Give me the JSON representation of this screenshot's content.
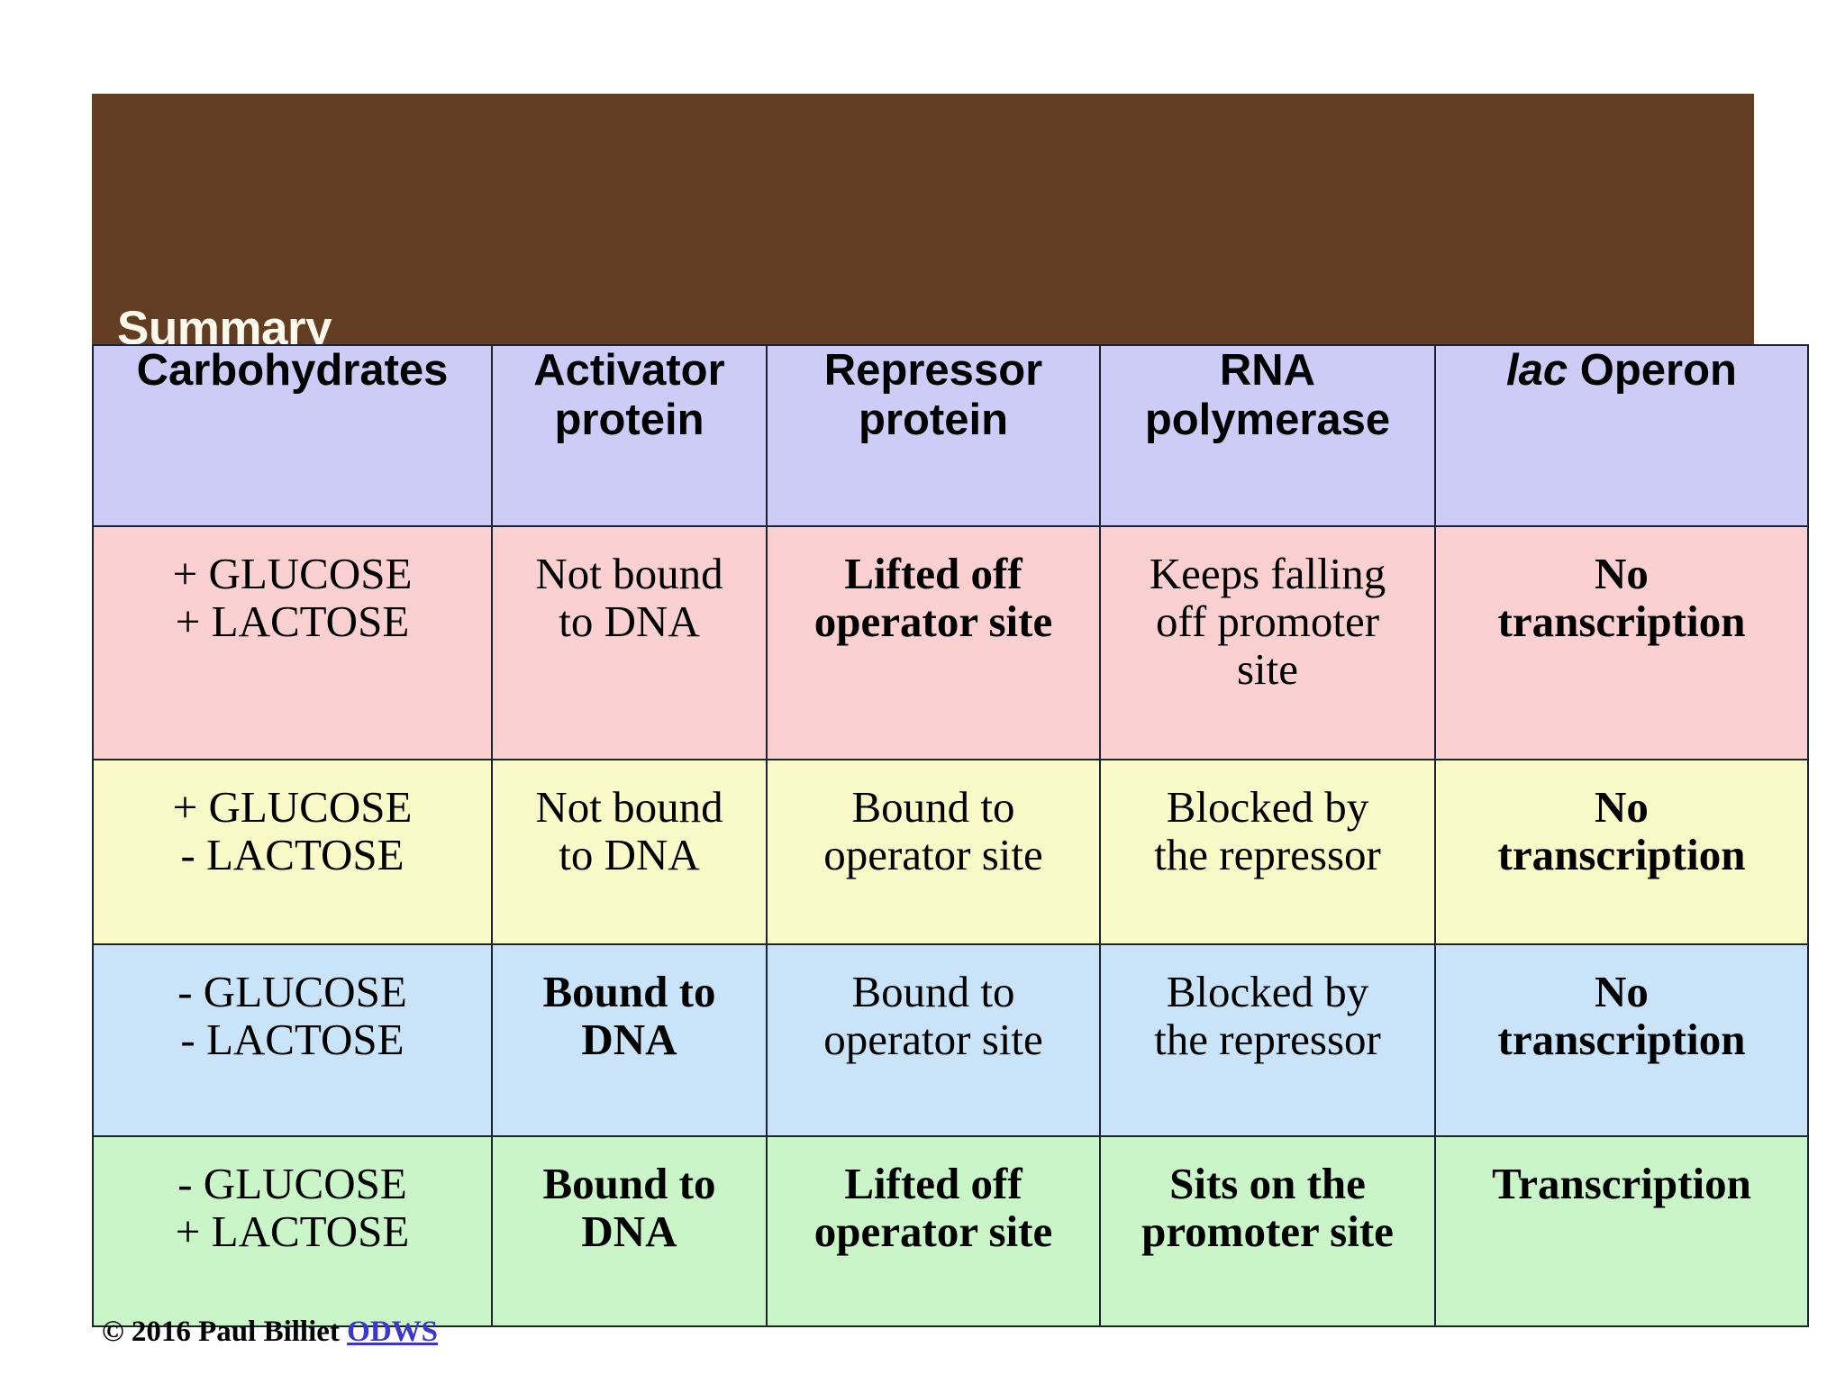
{
  "slide": {
    "title": "Summary",
    "banner_color": "#633D21",
    "title_color": "#FDF9EC"
  },
  "table": {
    "headers": [
      {
        "line1": "Carbohydrates",
        "line2": ""
      },
      {
        "line1": "Activator",
        "line2": "protein"
      },
      {
        "line1": "Repressor",
        "line2": "protein"
      },
      {
        "line1": "RNA",
        "line2": "polymerase"
      },
      {
        "line1_italic": "lac",
        "line1_rest": " Operon",
        "line2": ""
      }
    ],
    "header_bg": "#CDCCF7",
    "rows": [
      {
        "bg": "#FAD0D0",
        "cells": [
          {
            "lines": [
              "+ GLUCOSE",
              "+ LACTOSE"
            ],
            "bold": false,
            "color": "#000000"
          },
          {
            "lines": [
              "Not bound",
              "to DNA"
            ],
            "bold": false,
            "color": "#000000"
          },
          {
            "lines": [
              "Lifted off",
              "operator site"
            ],
            "bold": true,
            "color": "#000000"
          },
          {
            "lines": [
              "Keeps falling",
              "off promoter",
              "site"
            ],
            "bold": false,
            "color": "#000000"
          },
          {
            "lines": [
              "No",
              "transcription"
            ],
            "bold": true,
            "color": "#000000"
          }
        ]
      },
      {
        "bg": "#FAFAC9",
        "cells": [
          {
            "lines": [
              "+ GLUCOSE",
              "- LACTOSE"
            ],
            "bold": false,
            "color": "#000000"
          },
          {
            "lines": [
              "Not bound",
              "to DNA"
            ],
            "bold": false,
            "color": "#000000"
          },
          {
            "lines": [
              "Bound to",
              "operator site"
            ],
            "bold": false,
            "color": "#000000"
          },
          {
            "lines": [
              "Blocked by",
              "the repressor"
            ],
            "bold": false,
            "color": "#000000"
          },
          {
            "lines": [
              "No",
              "transcription"
            ],
            "bold": true,
            "color": "#000000"
          }
        ]
      },
      {
        "bg": "#C9E4F9",
        "cells": [
          {
            "lines": [
              "- GLUCOSE",
              "- LACTOSE"
            ],
            "bold": false,
            "color": "#000000"
          },
          {
            "lines": [
              "Bound to",
              "DNA"
            ],
            "bold": true,
            "color": "#000000"
          },
          {
            "lines": [
              "Bound to",
              "operator site"
            ],
            "bold": false,
            "color": "#000000"
          },
          {
            "lines": [
              "Blocked by",
              "the repressor"
            ],
            "bold": false,
            "color": "#000000"
          },
          {
            "lines": [
              "No",
              "transcription"
            ],
            "bold": true,
            "color": "#000000"
          }
        ]
      },
      {
        "bg": "#C9F5C9",
        "cells": [
          {
            "lines": [
              "- GLUCOSE",
              "+ LACTOSE"
            ],
            "bold": false,
            "color": "#000000"
          },
          {
            "lines": [
              "Bound to",
              "DNA"
            ],
            "bold": true,
            "color": "#000000"
          },
          {
            "lines": [
              "Lifted off",
              "operator site"
            ],
            "bold": true,
            "color": "#000000"
          },
          {
            "lines": [
              "Sits on the",
              "promoter site"
            ],
            "bold": true,
            "color": "#000000"
          },
          {
            "lines": [
              "Transcription"
            ],
            "bold": true,
            "color": "#FF0000"
          }
        ]
      }
    ]
  },
  "credit": {
    "text": "© 2016 Paul Billiet ",
    "link_label": "ODWS",
    "link_color": "#3B36CE"
  }
}
